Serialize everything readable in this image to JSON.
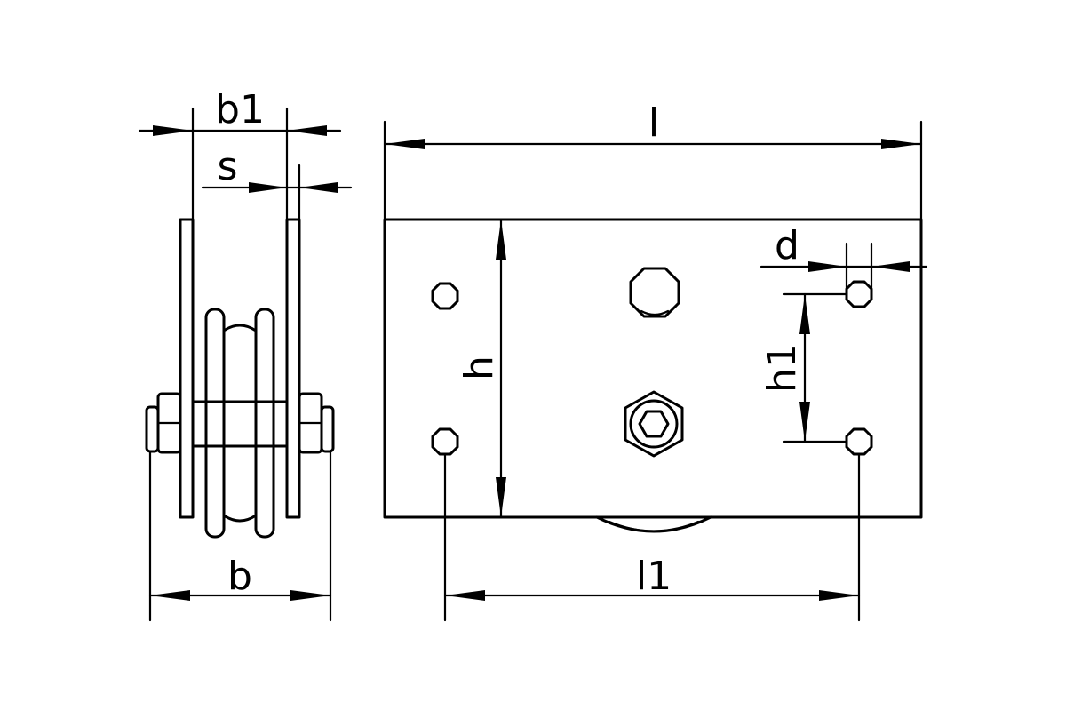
{
  "labels": {
    "b1": "b1",
    "s": "s",
    "b": "b",
    "l": "l",
    "d": "d",
    "h": "h",
    "h1": "h1",
    "l1": "l1"
  }
}
